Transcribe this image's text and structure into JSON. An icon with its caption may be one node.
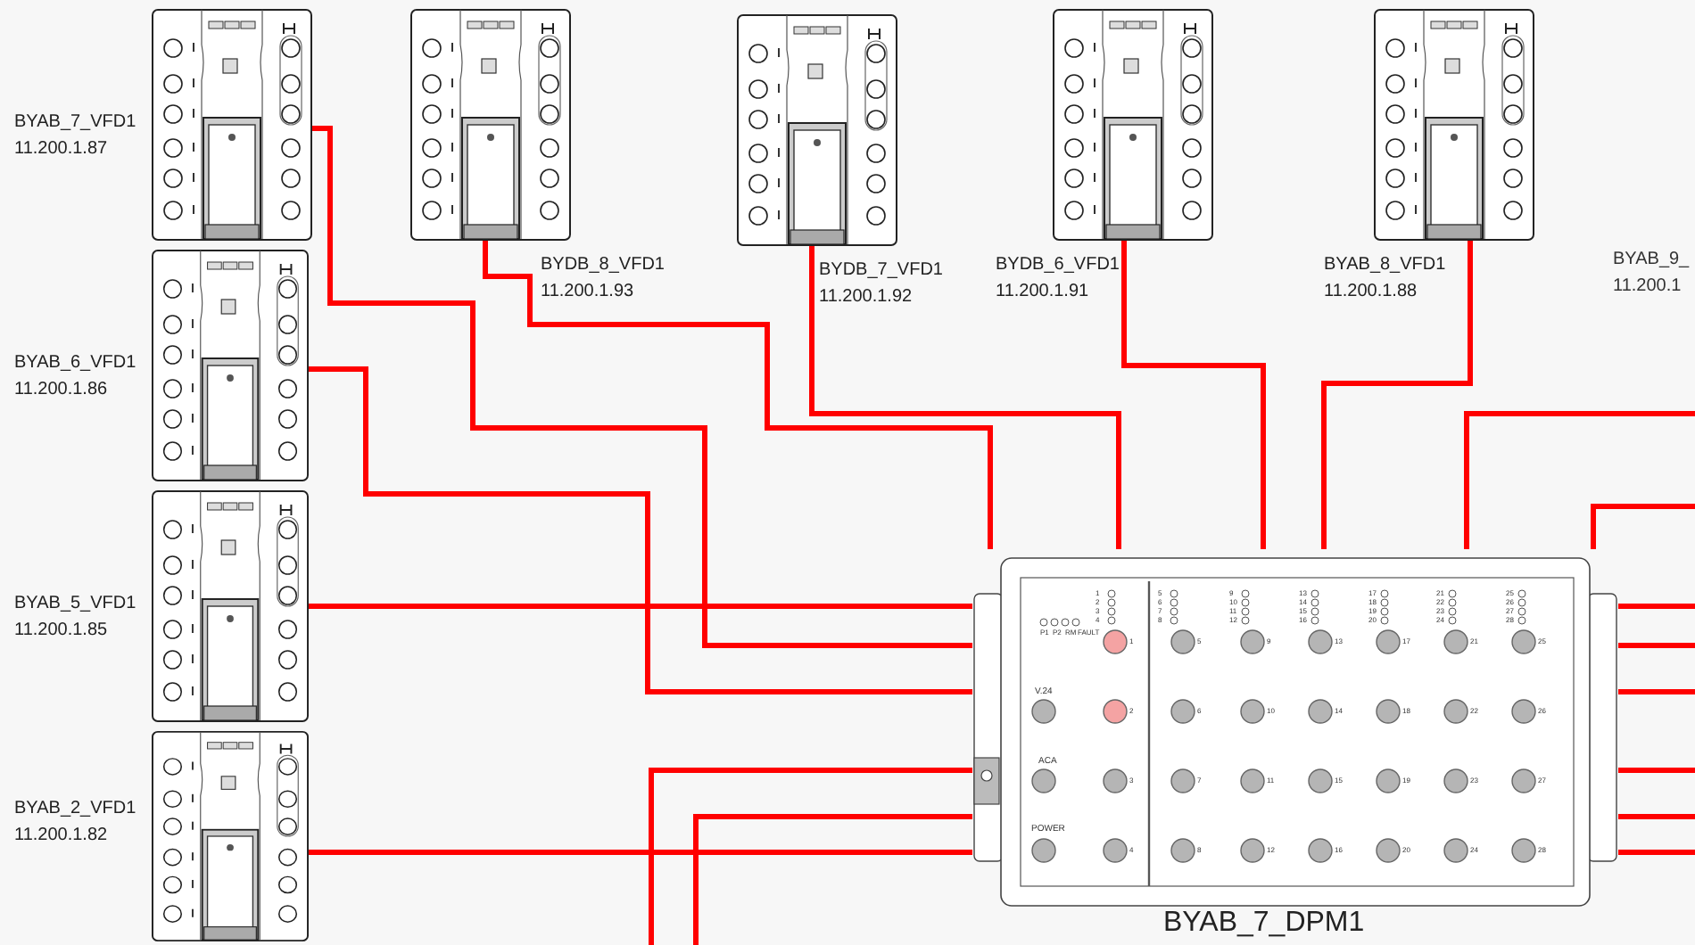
{
  "diagram": {
    "nodes": [
      {
        "text": [],
        "shape": "picture",
        "beside": [
          "BYAB_7_VFD1",
          "11.200.1.87"
        ]
      },
      {
        "text": [],
        "shape": "picture",
        "beside": [
          "BYDB_8_VFD1",
          "11.200.1.93"
        ]
      },
      {
        "text": [],
        "shape": "picture",
        "beside": [
          "BYDB_7_VFD1",
          "11.200.1.92"
        ]
      },
      {
        "text": [],
        "shape": "picture",
        "beside": [
          "BYDB_6_VFD1",
          "11.200.1.91"
        ]
      },
      {
        "text": [],
        "shape": "picture",
        "beside": [
          "BYAB_8_VFD1",
          "11.200.1.88"
        ]
      },
      {
        "text": [],
        "shape": "picture",
        "beside": [
          "BYAB_6_VFD1",
          "11.200.1.86"
        ]
      },
      {
        "text": [],
        "shape": "picture",
        "beside": [
          "BYAB_5_VFD1",
          "11.200.1.85"
        ]
      },
      {
        "text": [],
        "shape": "picture",
        "beside": [
          "BYAB_2_VFD1",
          "11.200.1.82"
        ]
      },
      {
        "text": [],
        "shape": "picture",
        "beside": [
          "BYAB_7_DPM1"
        ]
      }
    ],
    "edges": [
      {
        "from": 0,
        "to": 8,
        "arrow": "none"
      },
      {
        "from": 1,
        "to": 8,
        "arrow": "none"
      },
      {
        "from": 2,
        "to": 8,
        "arrow": "none"
      },
      {
        "from": 3,
        "to": 8,
        "arrow": "none"
      },
      {
        "from": 4,
        "to": 8,
        "arrow": "none"
      },
      {
        "from": 5,
        "to": 8,
        "arrow": "none"
      },
      {
        "from": 6,
        "to": 8,
        "arrow": "none"
      },
      {
        "from": 7,
        "to": 8,
        "arrow": "none"
      },
      {
        "from": null,
        "to": 8,
        "arrow": "none"
      },
      {
        "from": null,
        "to": 8,
        "arrow": "none"
      },
      {
        "from": null,
        "to": 8,
        "arrow": "none"
      },
      {
        "from": null,
        "to": 8,
        "arrow": "none"
      },
      {
        "from": 8,
        "to": null,
        "arrow": "none"
      },
      {
        "from": 8,
        "to": null,
        "arrow": "none"
      },
      {
        "from": 8,
        "to": null,
        "arrow": "none"
      },
      {
        "from": 8,
        "to": null,
        "arrow": "none"
      },
      {
        "from": 8,
        "to": null,
        "arrow": "none"
      },
      {
        "from": 8,
        "to": null,
        "arrow": "none"
      }
    ],
    "labels": [
      "P1",
      "P2",
      "RM",
      "FAULT",
      "V.24",
      "ACA",
      "POWER",
      "1",
      "2",
      "3",
      "4",
      "5",
      "6",
      "7",
      "8",
      "9",
      "10",
      "11",
      "12",
      "13",
      "14",
      "15",
      "16",
      "17",
      "18",
      "19",
      "20",
      "21",
      "22",
      "23",
      "24",
      "25",
      "26",
      "27",
      "28",
      "1",
      "2",
      "3",
      "4",
      "5",
      "6",
      "7",
      "8",
      "9",
      "10",
      "11",
      "12",
      "13",
      "14",
      "15",
      "16",
      "17",
      "18",
      "19",
      "20",
      "21",
      "22",
      "23",
      "24",
      "25",
      "26",
      "27",
      "28",
      "BYAB_9_",
      "11.200.1"
    ]
  }
}
